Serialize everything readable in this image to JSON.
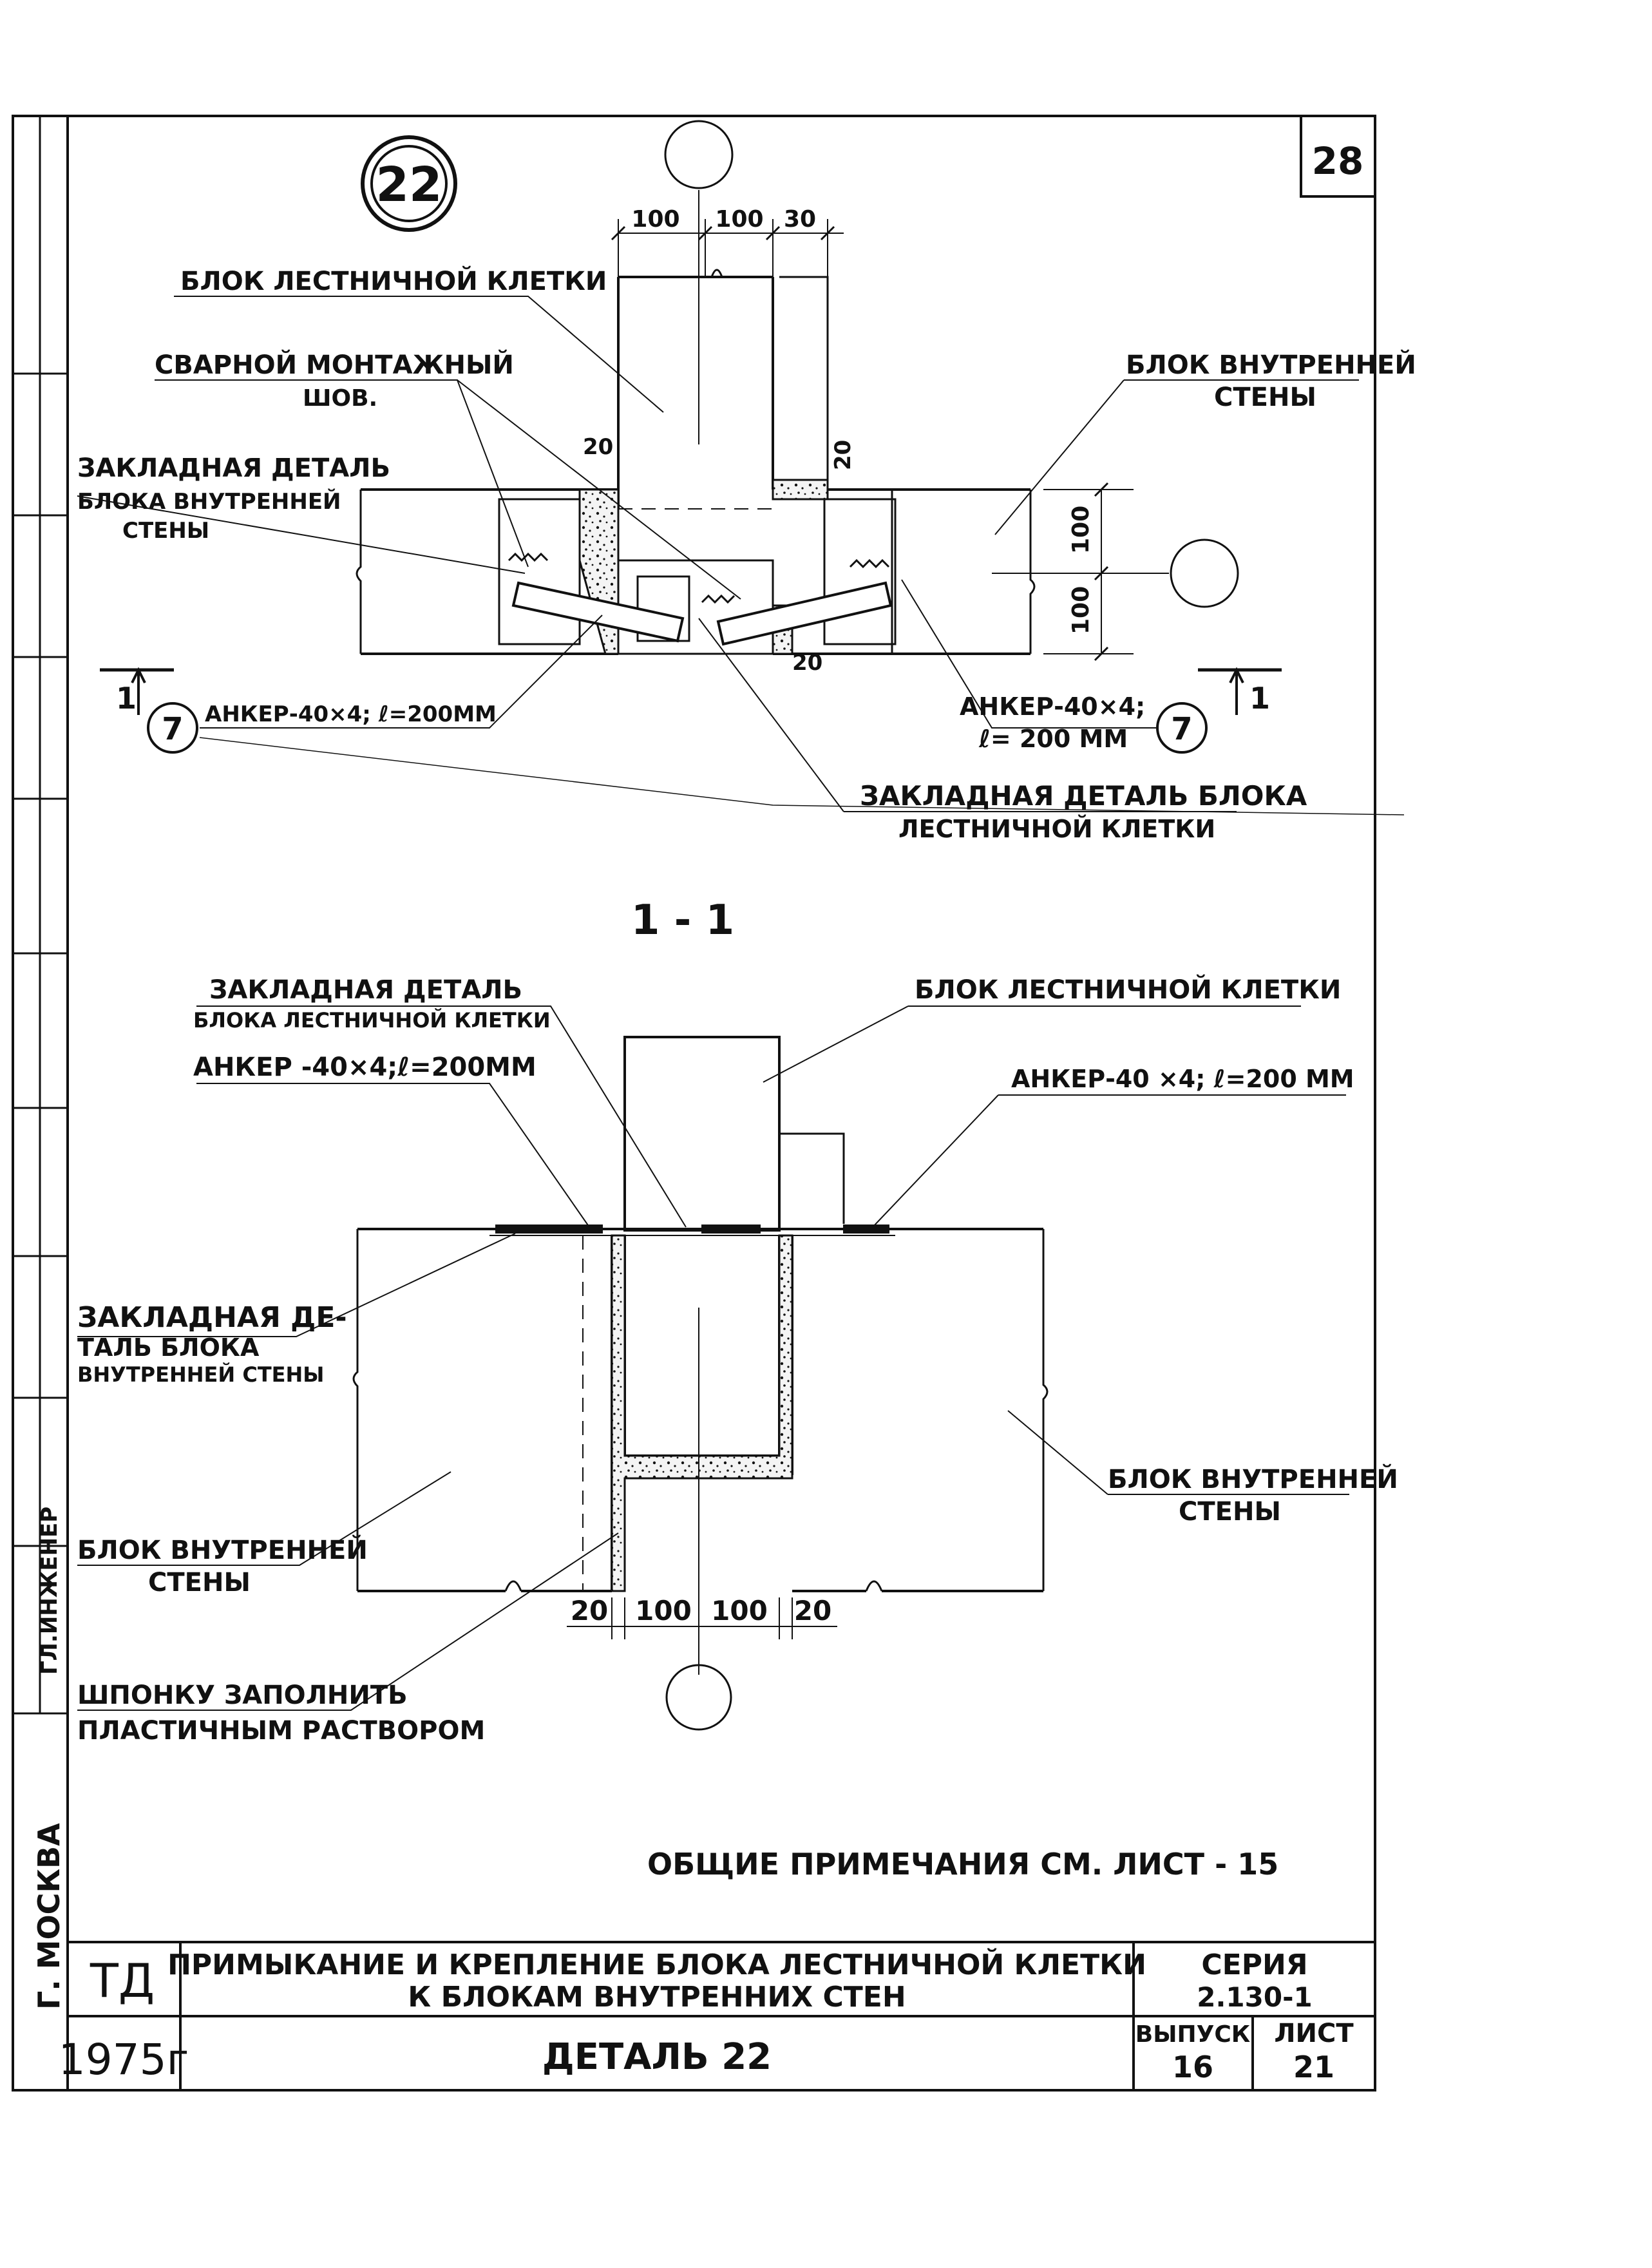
{
  "sheet": {
    "detail_number": "22",
    "page_number": "28",
    "leader_callout": "7"
  },
  "plan_view": {
    "dims_top": [
      "100",
      "100",
      "30"
    ],
    "dim_20_a": "20",
    "dim_20_b": "20",
    "dim_20_c": "20",
    "dims_right": [
      "100",
      "100"
    ],
    "section_mark_left": "1",
    "section_mark_right": "1",
    "labels": {
      "stair_block": "БЛОК ЛЕСТНИЧНОЙ КЛЕТКИ",
      "weld_line1": "СВАРНОЙ МОНТАЖНЫЙ",
      "weld_line2": "ШОВ.",
      "embed_inner_line1": "ЗАКЛАДНАЯ ДЕТАЛЬ",
      "embed_inner_line2": "БЛОКА ВНУТРЕННЕЙ",
      "embed_inner_line3": "СТЕНЫ",
      "inner_wall_line1": "БЛОК ВНУТРЕННЕЙ",
      "inner_wall_line2": "СТЕНЫ",
      "anchor_left": "АНКЕР-40×4; ℓ=200ММ",
      "anchor_right_line1": "АНКЕР-40×4;",
      "anchor_right_line2": "ℓ= 200 ММ",
      "embed_stair_line1": "ЗАКЛАДНАЯ ДЕТАЛЬ БЛОКА",
      "embed_stair_line2": "ЛЕСТНИЧНОЙ КЛЕТКИ"
    }
  },
  "section_view": {
    "title": "1 - 1",
    "dims_bottom": [
      "20",
      "100",
      "100",
      "20"
    ],
    "labels": {
      "embed_stair_line1": "ЗАКЛАДНАЯ ДЕТАЛЬ",
      "embed_stair_line2": "БЛОКА ЛЕСТНИЧНОЙ КЛЕТКИ",
      "anchor_left": "АНКЕР -40×4;ℓ=200ММ",
      "stair_block": "БЛОК ЛЕСТНИЧНОЙ КЛЕТКИ",
      "anchor_right": "АНКЕР-40 ×4; ℓ=200 ММ",
      "embed_inner_line1": "ЗАКЛАДНАЯ ДЕ-",
      "embed_inner_line2": "ТАЛЬ БЛОКА",
      "embed_inner_line3": "ВНУТРЕННЕЙ СТЕНЫ",
      "inner_left_line1": "БЛОК ВНУТРЕННЕЙ",
      "inner_left_line2": "СТЕНЫ",
      "inner_right_line1": "БЛОК ВНУТРЕННЕЙ",
      "inner_right_line2": "СТЕНЫ",
      "key_line1": "ШПОНКУ ЗАПОЛНИТЬ",
      "key_line2": "ПЛАСТИЧНЫМ РАСТВОРОМ"
    }
  },
  "notes": "ОБЩИЕ ПРИМЕЧАНИЯ СМ. ЛИСТ - 15",
  "side_strip": {
    "city": "Г. МОСКВА",
    "role": "ГЛ.ИНЖЕНЕР"
  },
  "title_block": {
    "org": "ТД",
    "year": "1975г",
    "title_line1": "ПРИМЫКАНИЕ И КРЕПЛЕНИЕ БЛОКА ЛЕСТНИЧНОЙ КЛЕТКИ",
    "title_line2": "К БЛОКАМ ВНУТРЕННИХ СТЕН",
    "subtitle": "ДЕТАЛЬ 22",
    "series_label": "СЕРИЯ",
    "series_value": "2.130-1",
    "issue_label": "ВЫПУСК",
    "issue_value": "16",
    "sheet_label": "ЛИСТ",
    "sheet_value": "21"
  },
  "colors": {
    "ink": "#111111",
    "paper": "#ffffff"
  }
}
